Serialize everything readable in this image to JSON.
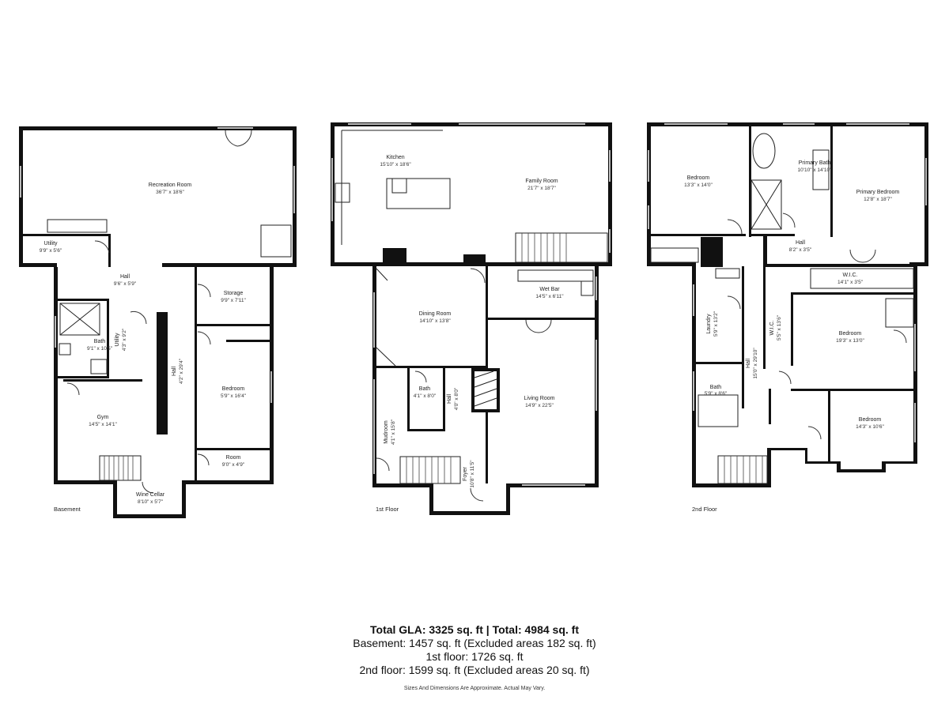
{
  "floors": {
    "basement": {
      "label": "Basement",
      "rooms": {
        "recreation": {
          "name": "Recreation Room",
          "dims": "36'7\" x 18'6\""
        },
        "utility": {
          "name": "Utility",
          "dims": "9'9\" x 5'6\""
        },
        "hall": {
          "name": "Hall",
          "dims": "9'6\" x 5'9\""
        },
        "storage": {
          "name": "Storage",
          "dims": "9'9\" x 7'11\""
        },
        "bath": {
          "name": "Bath",
          "dims": "9'1\" x 10'5\""
        },
        "utility2": {
          "name": "Utility",
          "dims": "4'3\" x 9'2\""
        },
        "hall2": {
          "name": "Hall",
          "dims": "4'2\" x 29'4\""
        },
        "bedroom": {
          "name": "Bedroom",
          "dims": "5'9\" x 16'4\""
        },
        "gym": {
          "name": "Gym",
          "dims": "14'5\" x 14'1\""
        },
        "room": {
          "name": "Room",
          "dims": "9'0\" x 4'9\""
        },
        "wine": {
          "name": "Wine Cellar",
          "dims": "8'10\" x 5'7\""
        }
      }
    },
    "first": {
      "label": "1st Floor",
      "rooms": {
        "kitchen": {
          "name": "Kitchen",
          "dims": "15'10\" x 18'6\""
        },
        "family": {
          "name": "Family Room",
          "dims": "21'7\" x 18'7\""
        },
        "dining": {
          "name": "Dining Room",
          "dims": "14'10\" x 13'8\""
        },
        "wetbar": {
          "name": "Wet Bar",
          "dims": "14'5\" x 6'11\""
        },
        "bath": {
          "name": "Bath",
          "dims": "4'1\" x 8'0\""
        },
        "hall": {
          "name": "Hall",
          "dims": "4'0\" x 8'0\""
        },
        "living": {
          "name": "Living Room",
          "dims": "14'9\" x 22'5\""
        },
        "mudroom": {
          "name": "Mudroom",
          "dims": "4'1\" x 15'8\""
        },
        "foyer": {
          "name": "Foyer",
          "dims": "10'8\" x 11'5\""
        }
      }
    },
    "second": {
      "label": "2nd Floor",
      "rooms": {
        "bedroom1": {
          "name": "Bedroom",
          "dims": "13'3\" x 14'0\""
        },
        "pbath": {
          "name": "Primary Bath",
          "dims": "10'10\" x 14'10\""
        },
        "pbed": {
          "name": "Primary Bedroom",
          "dims": "12'8\" x 18'7\""
        },
        "hall1": {
          "name": "Hall",
          "dims": "8'2\" x 3'5\""
        },
        "wic1": {
          "name": "W.I.C.",
          "dims": "14'1\" x 3'5\""
        },
        "laundry": {
          "name": "Laundry",
          "dims": "5'9\" x 13'2\""
        },
        "hall2": {
          "name": "Hall",
          "dims": "15'0\" x 29'10\""
        },
        "wic2": {
          "name": "W.I.C.",
          "dims": "5'5\" x 13'6\""
        },
        "bedroom2": {
          "name": "Bedroom",
          "dims": "19'3\" x 13'0\""
        },
        "bath": {
          "name": "Bath",
          "dims": "5'9\" x 8'6\""
        },
        "bedroom3": {
          "name": "Bedroom",
          "dims": "14'3\" x 10'6\""
        }
      }
    }
  },
  "summary": {
    "total": "Total GLA: 3325 sq. ft | Total: 4984 sq. ft",
    "basement": "Basement: 1457 sq. ft (Excluded areas 182 sq. ft)",
    "first": "1st floor: 1726 sq. ft",
    "second": "2nd floor: 1599 sq. ft (Excluded areas 20 sq. ft)",
    "disclaimer": "Sizes And Dimensions Are Approximate. Actual May Vary."
  }
}
